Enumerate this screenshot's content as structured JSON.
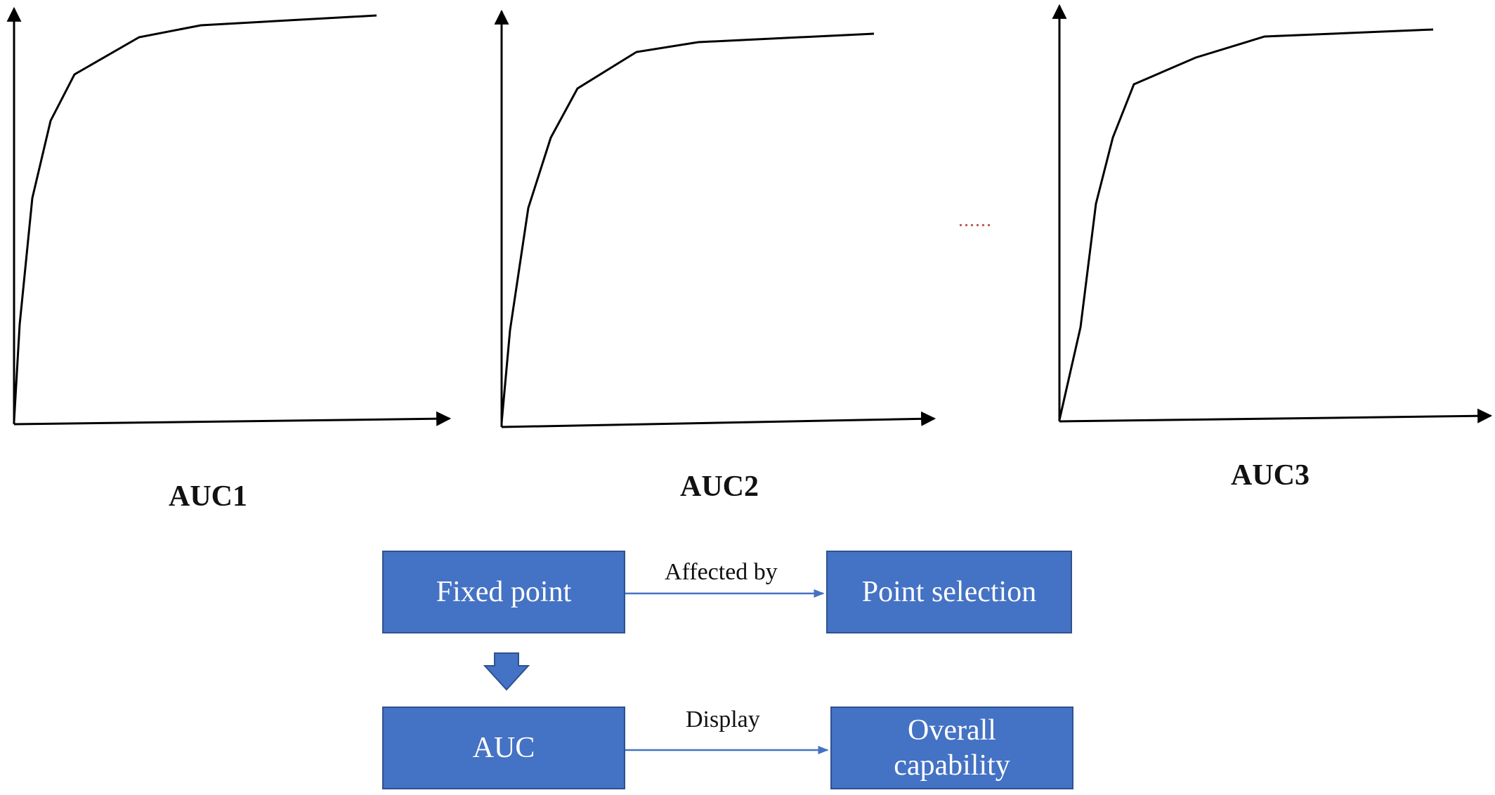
{
  "roc_panels": [
    {
      "label": "AUC1"
    },
    {
      "label": "AUC2"
    },
    {
      "label": "AUC3"
    }
  ],
  "separator": "......",
  "flow": {
    "nodes": {
      "fixed_point": "Fixed point",
      "point_selection": "Point selection",
      "auc": "AUC",
      "overall_capability": "Overall capability"
    },
    "edges": {
      "affected_by": "Affected by",
      "display": "Display"
    }
  },
  "colors": {
    "node_fill": "#4472c4",
    "node_border": "#2f528f",
    "arrow": "#4472c4",
    "curve": "#000000"
  }
}
